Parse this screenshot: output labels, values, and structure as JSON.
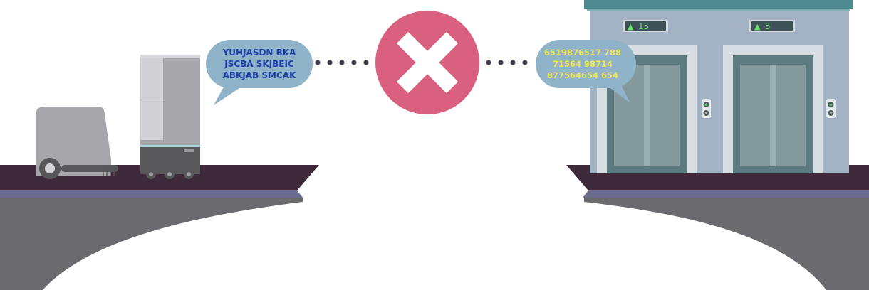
{
  "robot_bubble": {
    "lines": [
      "YUHJASDN BKA",
      "JSCBA SKJBEIC",
      "ABKJAB SMCAK"
    ],
    "text_color": "#1f3fa8"
  },
  "elevator_bubble": {
    "lines": [
      "6519876517 788",
      "71564 98714",
      "877564654 654"
    ],
    "text_color": "#f3e84a"
  },
  "status": {
    "icon": "error-x-icon",
    "color": "#d9607f"
  },
  "elevator_displays": [
    {
      "arrow": "▲",
      "floor": "15"
    },
    {
      "arrow": "▲",
      "floor": "5"
    }
  ],
  "colors": {
    "bubble": "#8fb3c9",
    "ground_top": "#3f2a3c",
    "ground_stripe": "#6b6b8e",
    "ground_body": "#6b6b6f",
    "building": "#a3b3c3",
    "roof": "#4e8a8f",
    "robot_body": "#a7a7ab",
    "robot_dark": "#575759"
  }
}
